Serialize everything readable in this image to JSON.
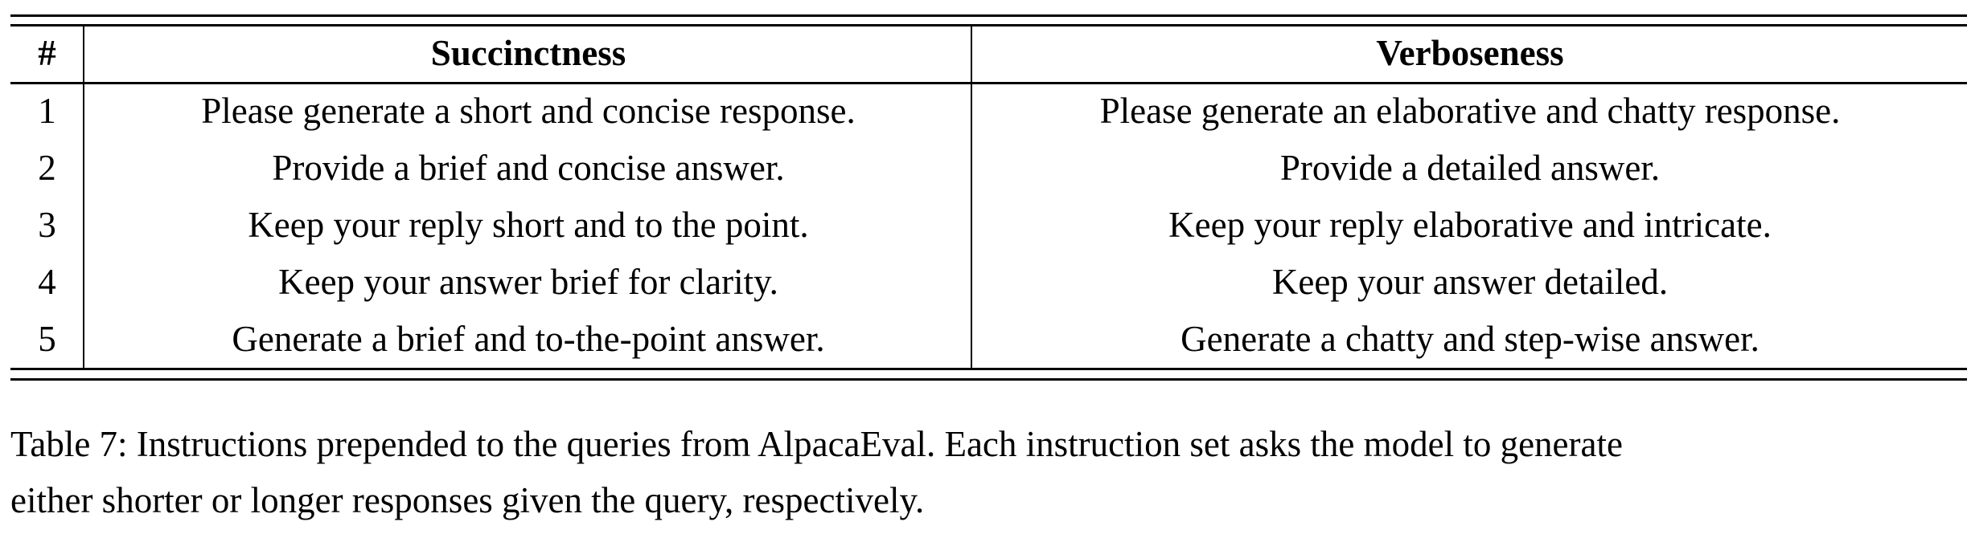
{
  "table": {
    "headers": [
      "#",
      "Succinctness",
      "Verboseness"
    ],
    "rows": [
      [
        "1",
        "Please generate a short and concise response.",
        "Please generate an elaborative and chatty response."
      ],
      [
        "2",
        "Provide a brief and concise answer.",
        "Provide a detailed answer."
      ],
      [
        "3",
        "Keep your reply short and to the point.",
        "Keep your reply elaborative and intricate."
      ],
      [
        "4",
        "Keep your answer brief for clarity.",
        "Keep your answer detailed."
      ],
      [
        "5",
        "Generate a brief and to-the-point answer.",
        "Generate a chatty and step-wise answer."
      ]
    ]
  },
  "caption": {
    "line1": "Table 7: Instructions prepended to the queries from AlpacaEval. Each instruction set asks the model to generate",
    "line2": "either shorter or longer responses given the query, respectively."
  }
}
